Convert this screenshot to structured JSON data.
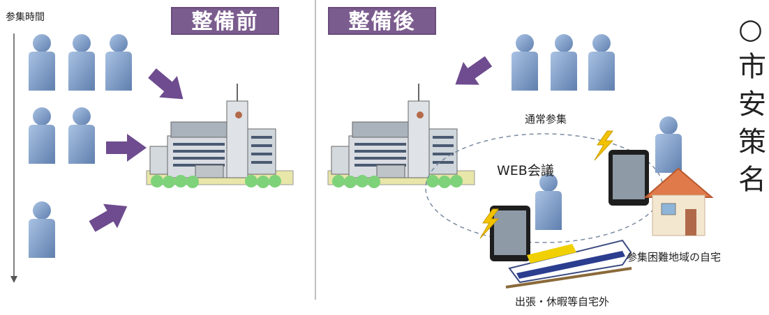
{
  "colors": {
    "banner_bg": "#7b5c8e",
    "person": "#7d9cc6",
    "arrow": "#6e4c8f",
    "divider": "#aaaaaa",
    "lightning": "#f2c200",
    "dashed_line": "#7a8aa0"
  },
  "left_axis": {
    "label": "参集時間",
    "icon": "arrow-down-icon"
  },
  "before": {
    "banner": "整備前"
  },
  "after": {
    "banner": "整備後",
    "normal_label": "通常参集",
    "web_label": "WEB会議",
    "home_label": "参集困難地域の自宅",
    "travel_label": "出張・休暇等自宅外"
  },
  "right_text": {
    "lines": [
      "○",
      "市",
      "安",
      "策",
      "名"
    ]
  },
  "icons": [
    "person-icon",
    "office-building-icon",
    "tablet-icon",
    "house-icon",
    "train-icon",
    "lightning-icon"
  ]
}
